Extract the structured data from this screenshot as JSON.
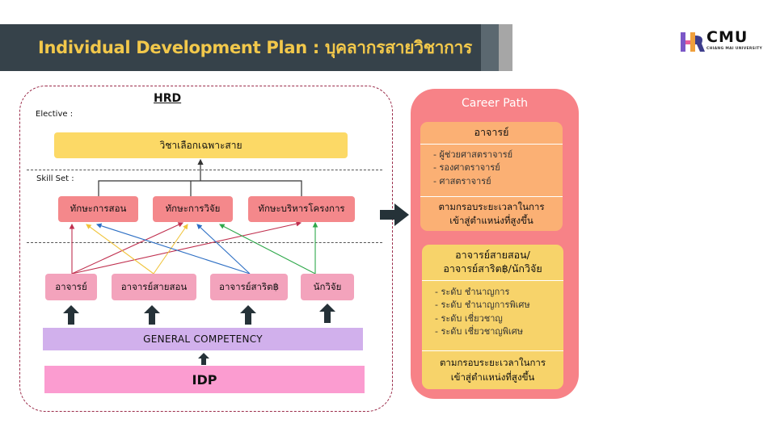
{
  "header": {
    "title": "Individual Development Plan :  บุคลากรสายวิชาการ"
  },
  "logo": {
    "mark": "HR",
    "name": "CMU",
    "subtitle": "CHIANG MAI UNIVERSITY",
    "icon": "hr-logo-icon"
  },
  "hrd": {
    "title": "HRD",
    "elective_label": "Elective :",
    "skillset_label": "Skill Set :",
    "elective_course": "วิชาเลือกเฉพาะสาย",
    "skills": [
      "ทักษะการสอน",
      "ทักษะการวิจัย",
      "ทักษะบริหารโครงการ"
    ],
    "positions": [
      "อาจารย์",
      "อาจารย์สายสอน",
      "อาจารย์สาริต฿",
      "นักวิจัย"
    ],
    "general_competency": "GENERAL COMPETENCY",
    "idp": "IDP"
  },
  "career_path": {
    "title": "Career Path",
    "card1": {
      "heading": "อาจารย์",
      "items": [
        "- ผู้ช่วยศาสตราจารย์",
        "- รองศาตราจารย์",
        "- ศาสตราจารย์"
      ],
      "footer_line1": "ตามกรอบระยะเวลาในการ",
      "footer_line2": "เข้าสู่ตำแหน่งที่สูงขึ้น"
    },
    "card2": {
      "heading_line1": "อาจารย์สายสอน/",
      "heading_line2": "อาจารย์สาริต฿/นักวิจัย",
      "items": [
        "- ระดับ ชำนาญการ",
        "- ระดับ ชำนาญการพิเศษ",
        "- ระดับ เชี่ยวชาญ",
        "- ระดับ เชี่ยวชาญพิเศษ"
      ],
      "footer_line1": "ตามกรอบระยะเวลาในการ",
      "footer_line2": "เข้าสู่ตำแหน่งที่สูงขึ้น"
    }
  },
  "colors": {
    "title_bar": "#36424a",
    "title_text": "#f2c84b",
    "elective": "#fcd966",
    "skill": "#f4888b",
    "position": "#f3a3bc",
    "general_competency": "#d1b0ec",
    "idp": "#fb9cd0",
    "career_frame": "#f78287",
    "card1": "#fbb074",
    "card2": "#f7d36a",
    "arrow_red": "#c0304f",
    "arrow_yellow": "#f0c43c",
    "arrow_blue": "#2d6fc4",
    "arrow_green": "#2ea84a"
  }
}
